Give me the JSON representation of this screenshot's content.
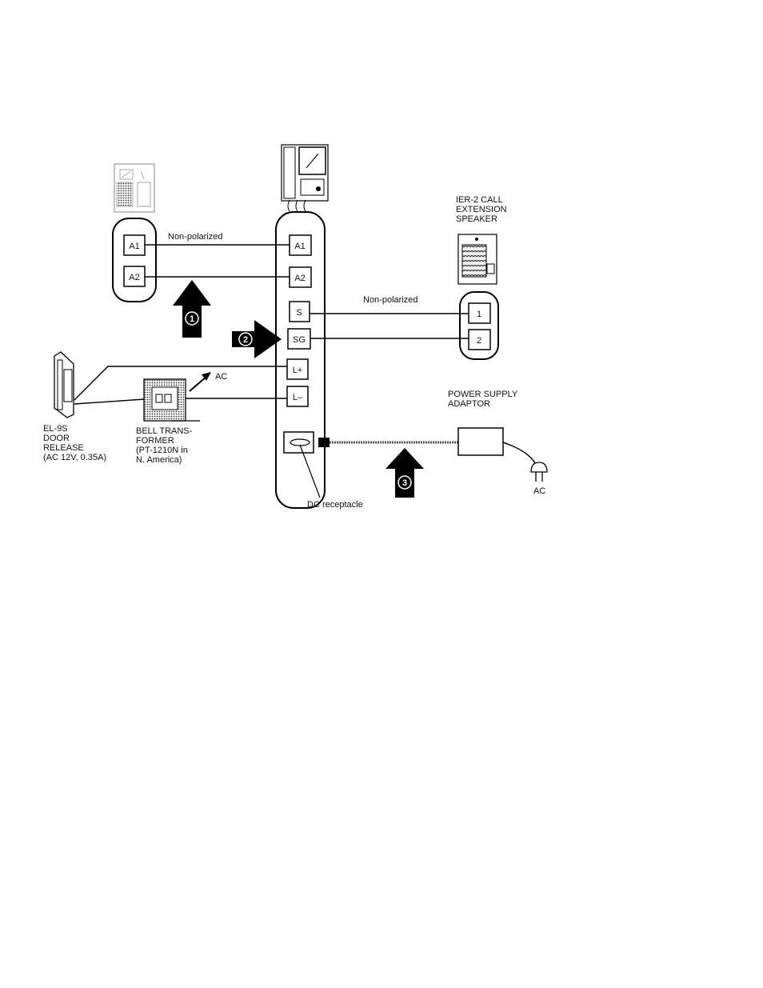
{
  "diagram": {
    "terminals": {
      "door_station": [
        "A1",
        "A2"
      ],
      "monitor": [
        "A1",
        "A2",
        "S",
        "SG",
        "L+",
        "L–"
      ],
      "speaker": [
        "1",
        "2"
      ]
    },
    "labels": {
      "nonpolarized_left": "Non-polarized",
      "nonpolarized_right": "Non-polarized",
      "speaker_title": [
        "IER-2 CALL",
        "EXTENSION",
        "SPEAKER"
      ],
      "power_supply": [
        "POWER SUPPLY",
        "ADAPTOR"
      ],
      "door_release": [
        "EL-9S",
        "DOOR",
        "RELEASE",
        "(AC 12V, 0.35A)"
      ],
      "bell_transformer": [
        "BELL TRANS-",
        "FORMER",
        "(PT-1210N in",
        "N. America)"
      ],
      "ac_transformer": "AC",
      "ac_plug": "AC",
      "dc_receptacle": "DC receptacle"
    },
    "steps": [
      "1",
      "2",
      "3"
    ]
  }
}
